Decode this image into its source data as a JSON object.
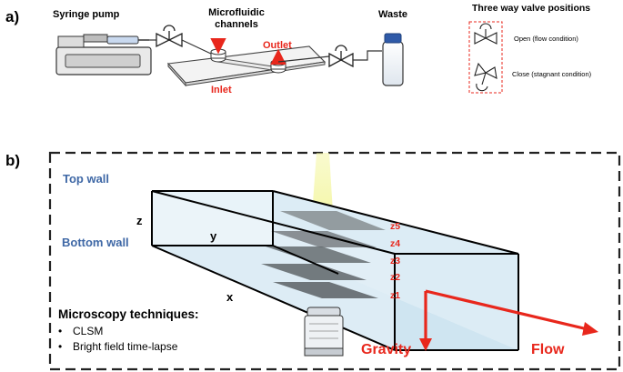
{
  "panel_a": {
    "tag": "a)",
    "syringe_pump": "Syringe pump",
    "microfluidic_line1": "Microfluidic",
    "microfluidic_line2": "channels",
    "outlet": "Outlet",
    "inlet": "Inlet",
    "waste": "Waste",
    "valve_title": "Three way valve positions",
    "valve_open": "Open (flow condition)",
    "valve_close": "Close (stagnant condition)"
  },
  "panel_b": {
    "tag": "b)",
    "top_wall": "Top wall",
    "bottom_wall": "Bottom wall",
    "axis_z": "z",
    "axis_y": "y",
    "axis_x": "x",
    "planes": [
      "z5",
      "z4",
      "z3",
      "z2",
      "z1"
    ],
    "techniques_title": "Microscopy techniques:",
    "techniques": [
      "CLSM",
      "Bright field time-lapse"
    ],
    "gravity": "Gravity",
    "flow": "Flow"
  },
  "colors": {
    "accent_red": "#e8271c",
    "wall_blue": "#3f68a6",
    "light_yellow": "#eef15a",
    "channel_fill": "#d6eaf4"
  }
}
